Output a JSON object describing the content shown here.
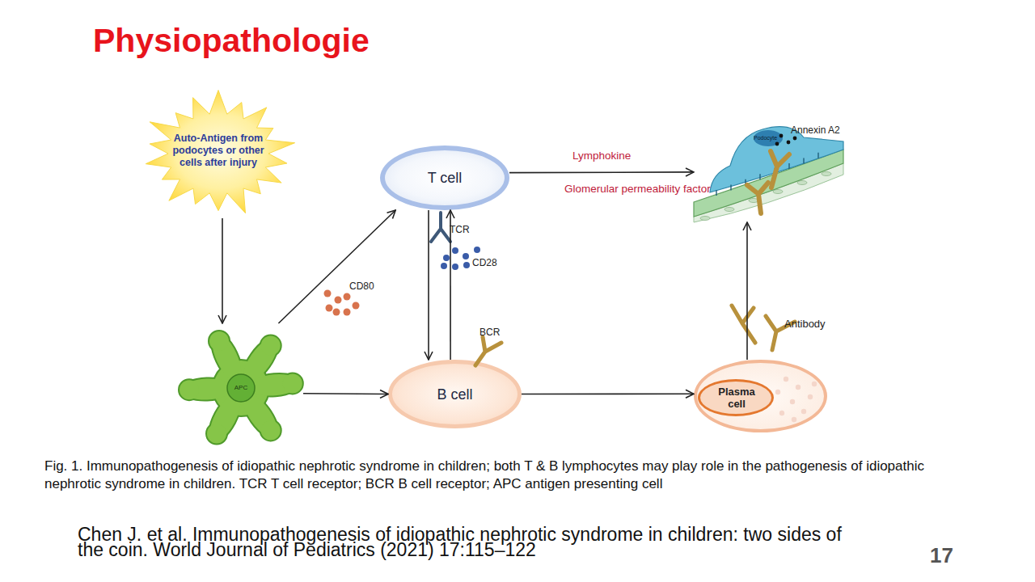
{
  "diagram": {
    "title": "Physiopathologie",
    "caption": "Fig. 1. Immunopathogenesis of idiopathic nephrotic syndrome in children; both T & B lymphocytes may play role in the pathogenesis of idiopathic nephrotic syndrome in children. TCR T cell receptor; BCR B cell receptor; APC antigen presenting cell",
    "nodes": [
      {
        "text": [
          "Auto-Antigen from podocytes or other cells after injury"
        ]
      },
      {
        "text": [
          "T cell"
        ]
      },
      {
        "text": [
          "Podocyte",
          "Annexin A2"
        ]
      },
      {
        "text": [
          "APC"
        ]
      },
      {
        "text": [
          "B cell"
        ]
      },
      {
        "text": [
          "Plasma cell"
        ]
      }
    ],
    "edges": [
      {
        "from": 0,
        "to": 3,
        "arrow": "to"
      },
      {
        "from": 3,
        "to": 1,
        "arrow": "to"
      },
      {
        "from": 3,
        "to": 4,
        "arrow": "to"
      },
      {
        "from": 1,
        "to": 4,
        "arrow": "to"
      },
      {
        "from": 4,
        "to": 1,
        "arrow": "to"
      },
      {
        "from": 1,
        "to": 2,
        "label": "Lymphokine",
        "arrow": "to"
      },
      {
        "from": 4,
        "to": 5,
        "arrow": "to"
      },
      {
        "from": 5,
        "to": 2,
        "arrow": "to"
      }
    ],
    "labels": [
      "TCR",
      "CD28",
      "CD80",
      "BCR",
      "Antibody",
      "Glomerular permeability factor",
      "Chen J. et al. Immunopathogenesis of idiopathic nephrotic syndrome in children: two sides of the coin. World Journal of Pediatrics (2021) 17:115–122",
      "17"
    ]
  }
}
